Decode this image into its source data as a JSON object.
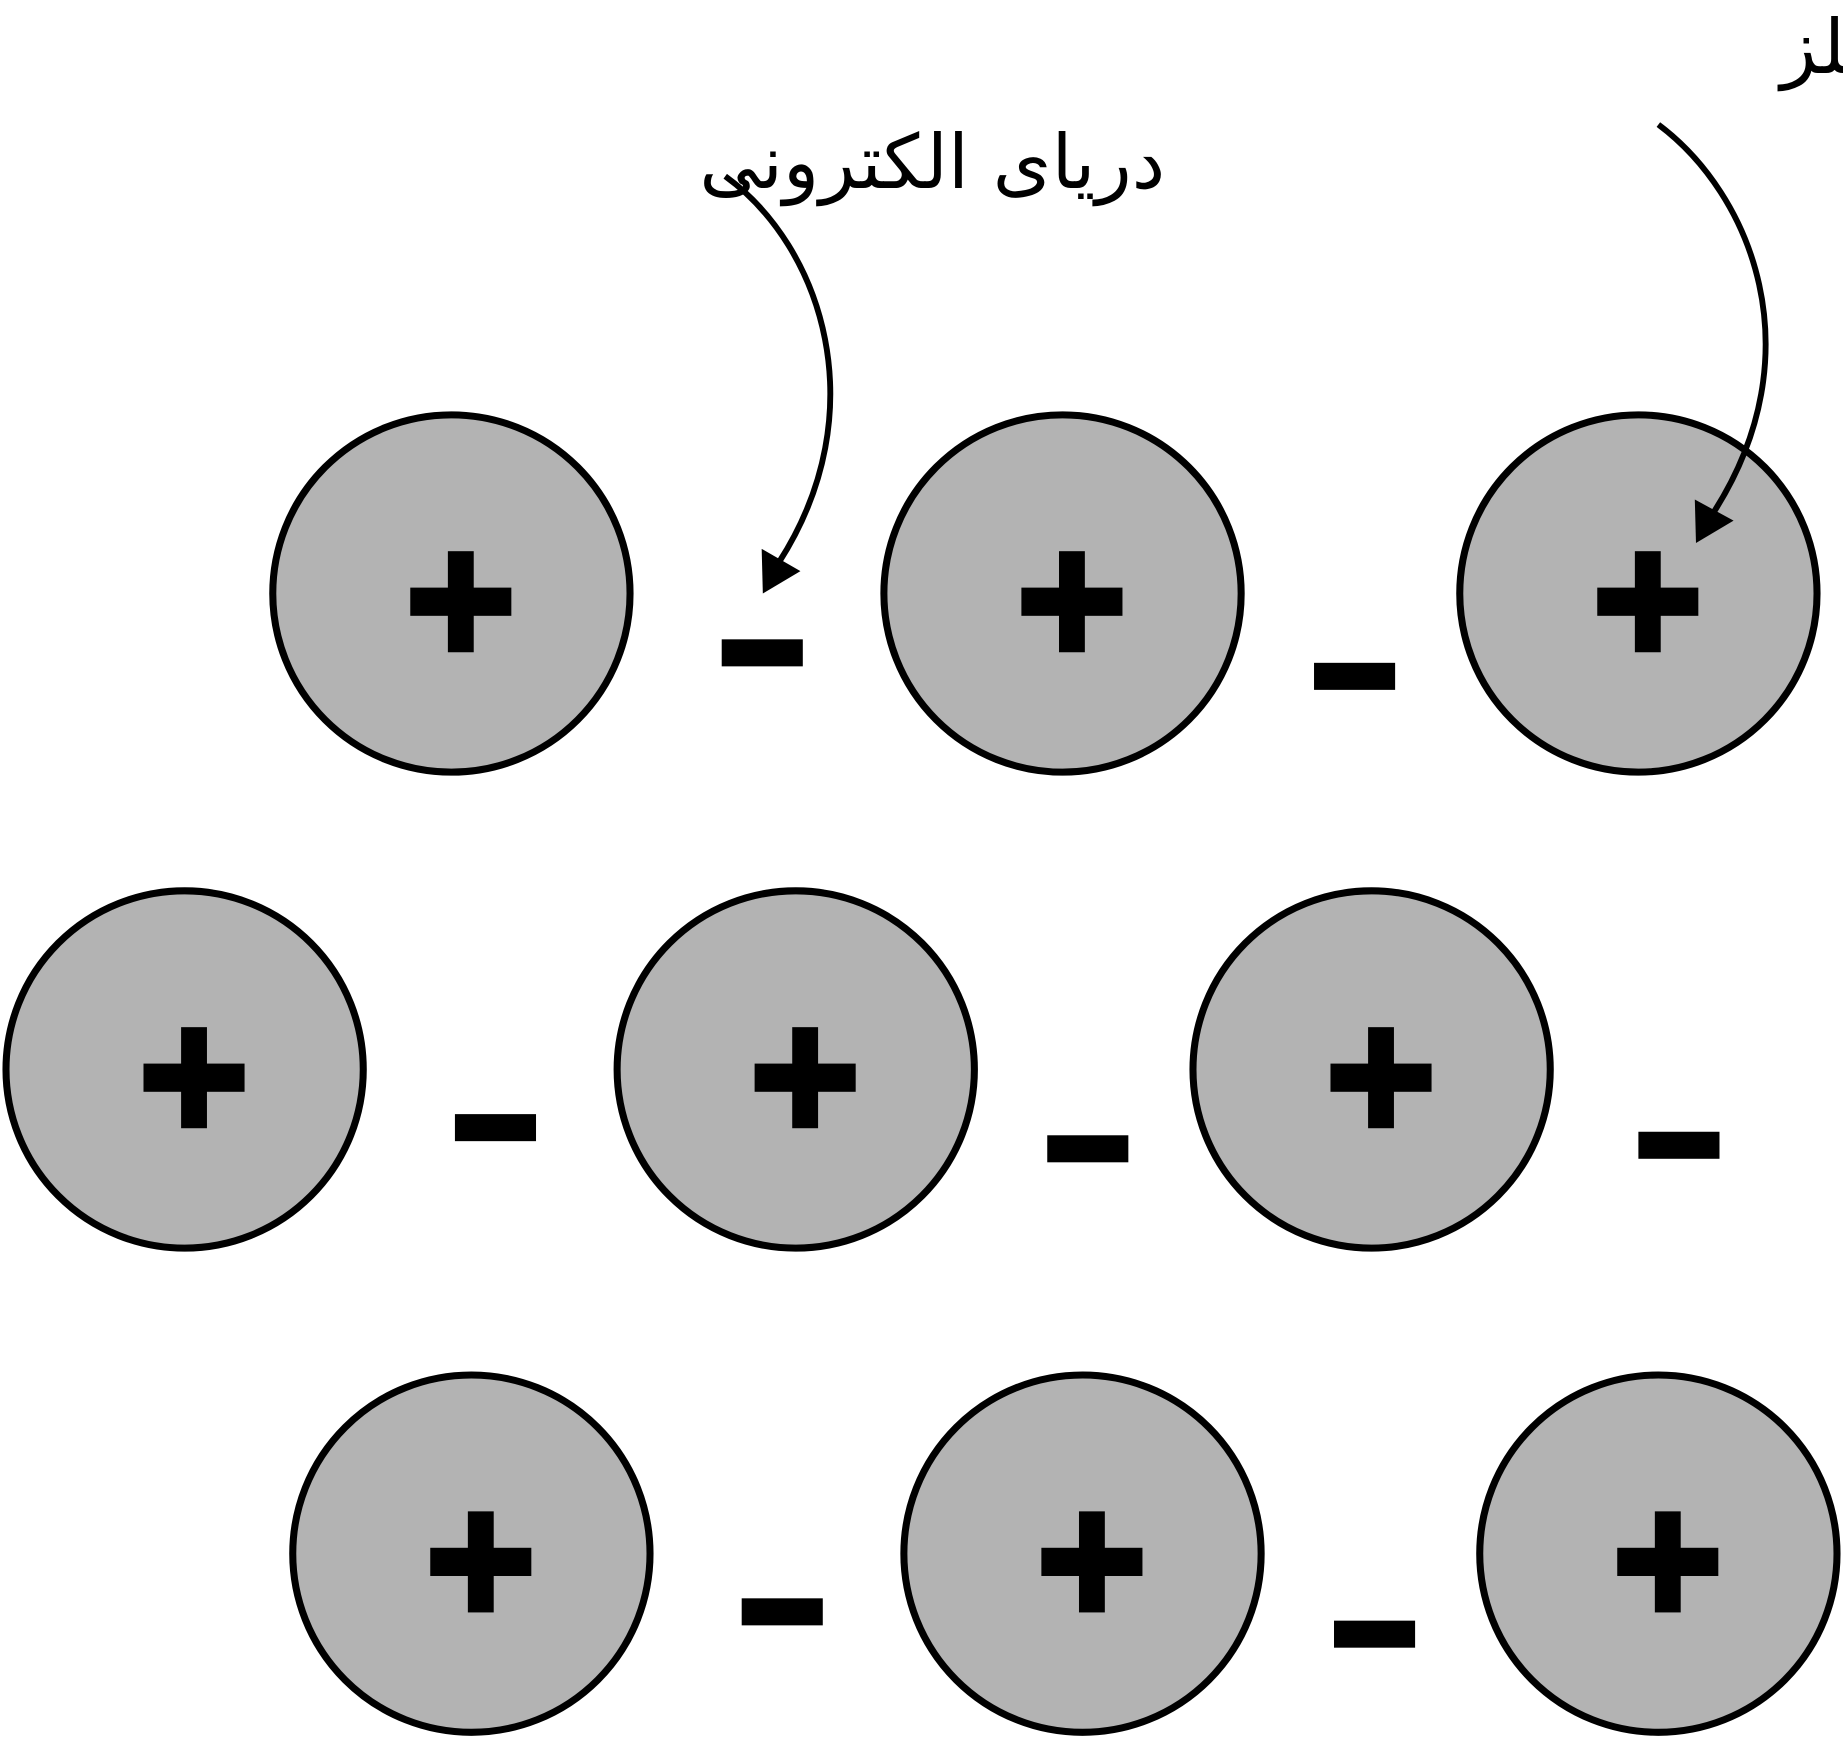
{
  "labels": {
    "electron_sea": "دریای الکترونی",
    "metal_cation": "کاتیون فلز"
  },
  "symbols": {
    "cation_charge": "+",
    "electron_charge": "-"
  },
  "counts": {
    "cations": 9,
    "electrons": 7
  },
  "colors": {
    "cation_fill": "#b3b3b3",
    "stroke": "#000000"
  }
}
